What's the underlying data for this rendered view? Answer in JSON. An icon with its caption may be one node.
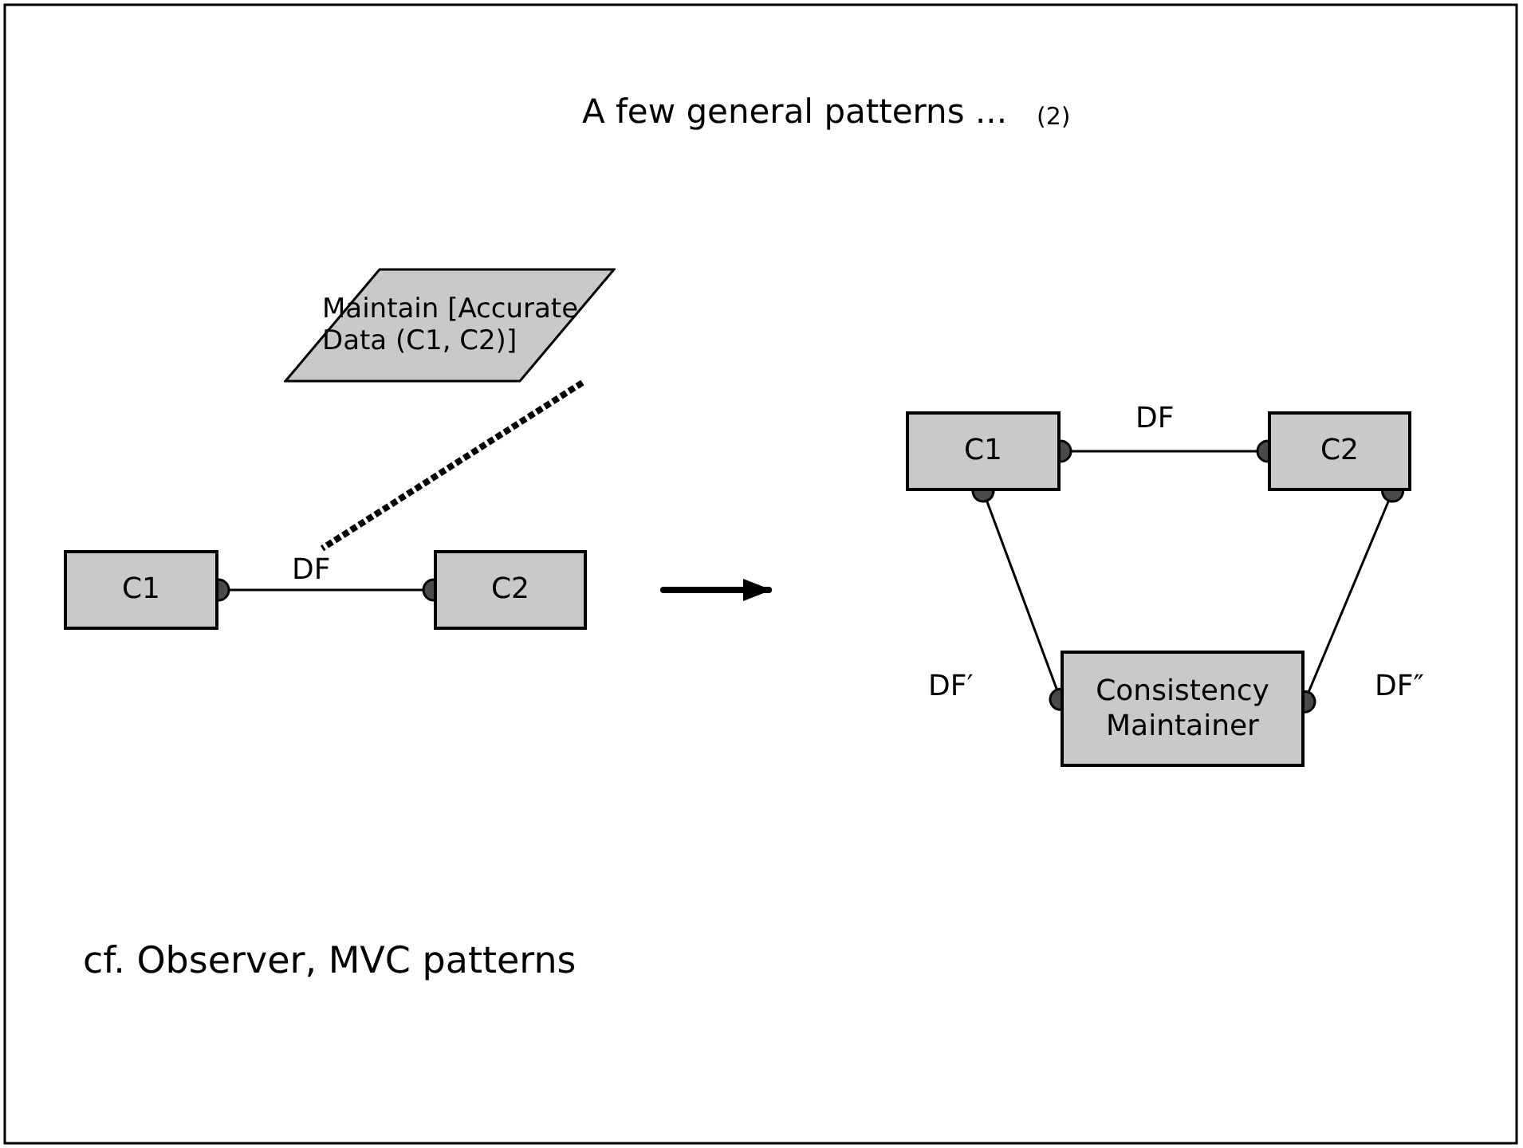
{
  "diagram": {
    "title": "A few general patterns ...",
    "nodes": [
      {
        "text": [
          "Maintain [Accurate Data (C1, C2)]"
        ]
      },
      {
        "text": [
          "C1"
        ]
      },
      {
        "text": [
          "C2"
        ]
      },
      {
        "text": [
          "C1"
        ]
      },
      {
        "text": [
          "C2"
        ]
      },
      {
        "text": [
          "Consistency Maintainer"
        ]
      }
    ],
    "edges": [
      {
        "from": 0,
        "to": null,
        "arrow": "none",
        "style": "dashed"
      },
      {
        "from": 1,
        "to": 2,
        "arrow": "other",
        "label": "DF"
      },
      {
        "from": 3,
        "to": 4,
        "arrow": "other",
        "label": "DF"
      },
      {
        "from": 3,
        "to": 5,
        "arrow": "other",
        "label": "DF′"
      },
      {
        "from": 4,
        "to": 5,
        "arrow": "other",
        "label": "DF″"
      }
    ],
    "labels": [
      "(2)",
      "cf.  Observer, MVC patterns"
    ]
  }
}
